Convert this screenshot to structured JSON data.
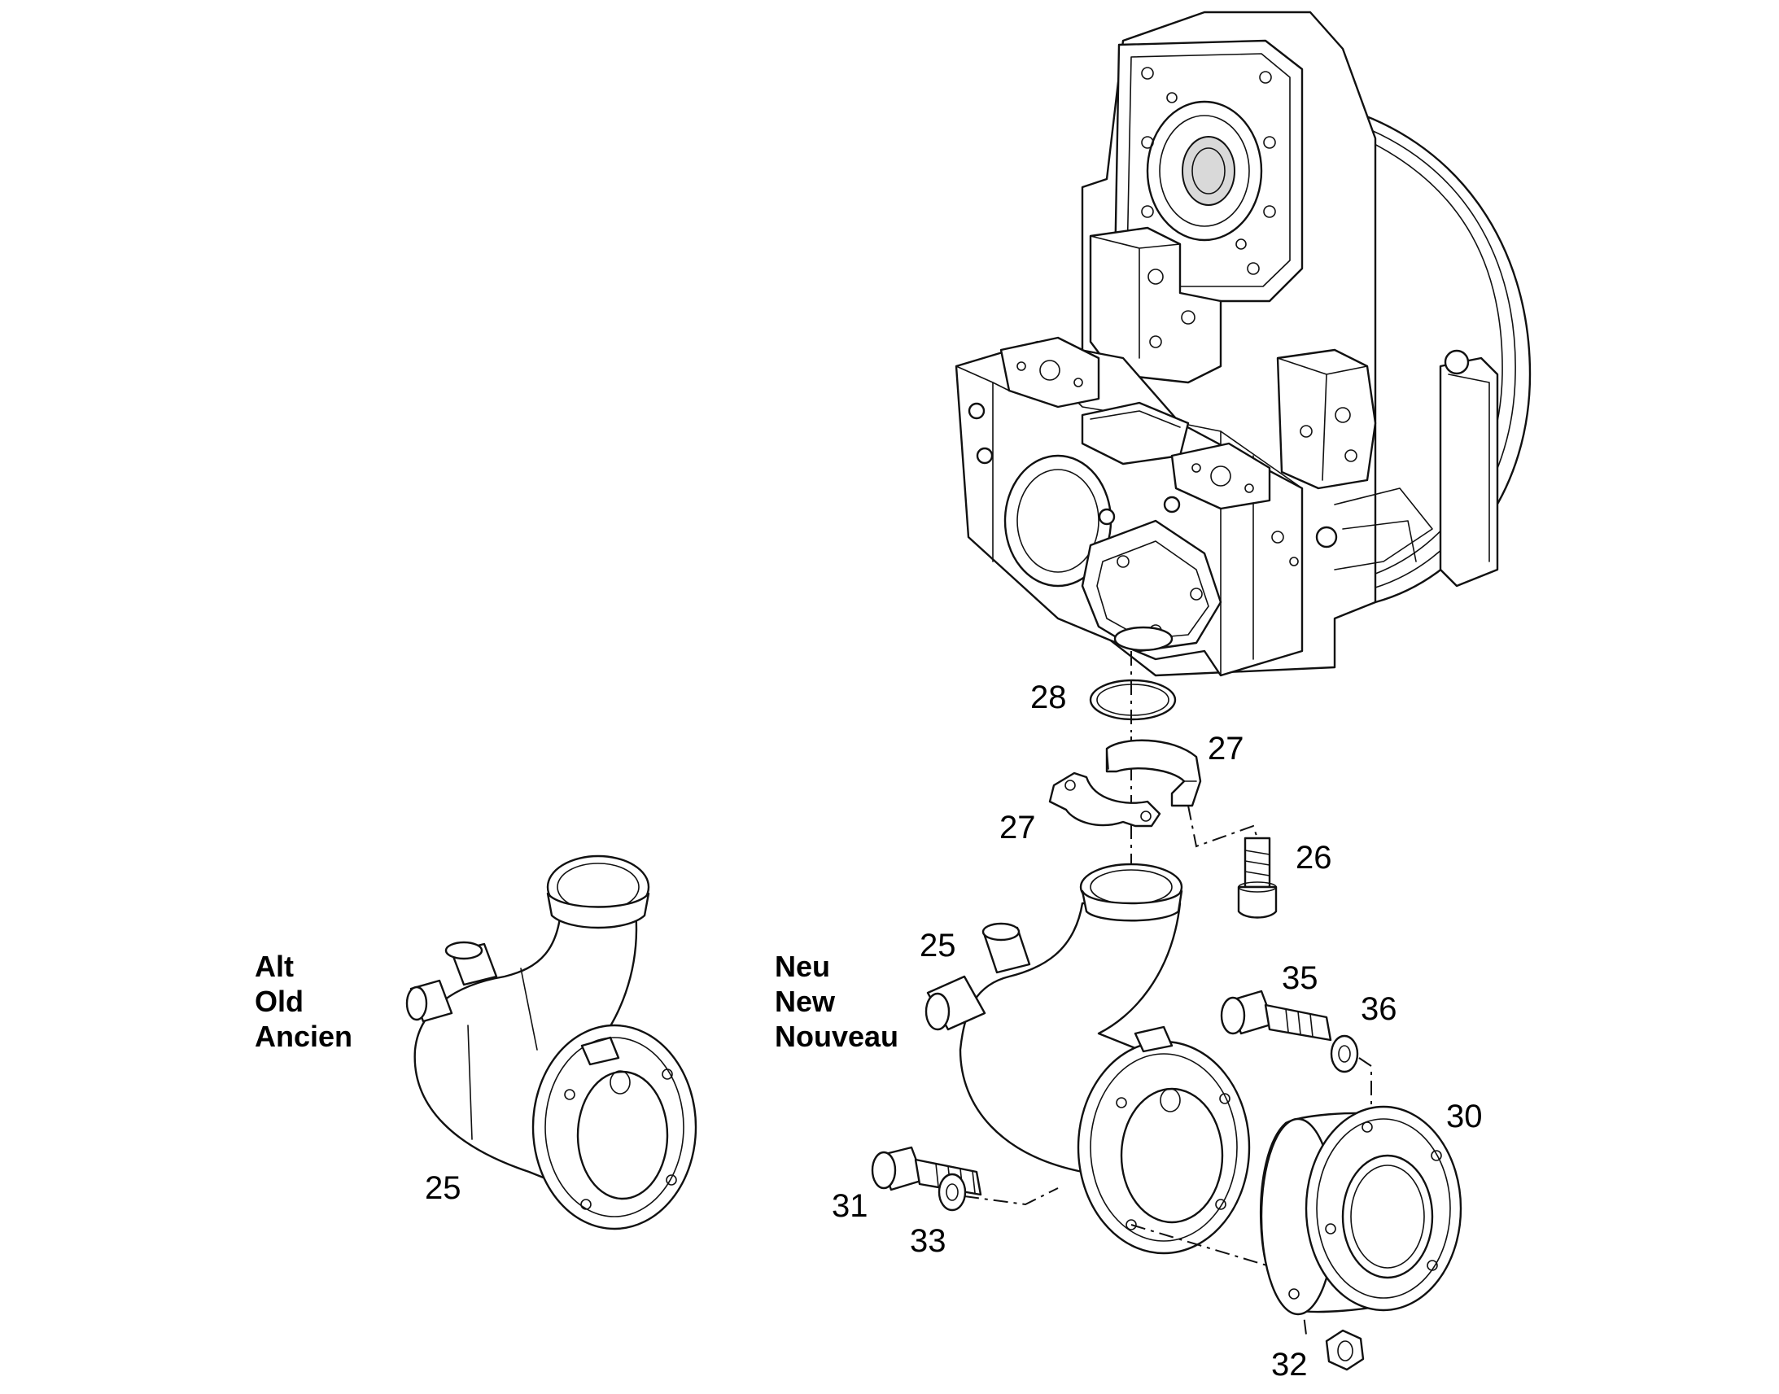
{
  "variants": {
    "old": {
      "lines": [
        "Alt",
        "Old",
        "Ancien"
      ]
    },
    "new": {
      "lines": [
        "Neu",
        "New",
        "Nouveau"
      ]
    }
  },
  "callouts": {
    "c25_old": "25",
    "c25_new": "25",
    "c26": "26",
    "c27_upper": "27",
    "c27_lower": "27",
    "c28": "28",
    "c30": "30",
    "c31": "31",
    "c32": "32",
    "c33": "33",
    "c35": "35",
    "c36": "36"
  }
}
